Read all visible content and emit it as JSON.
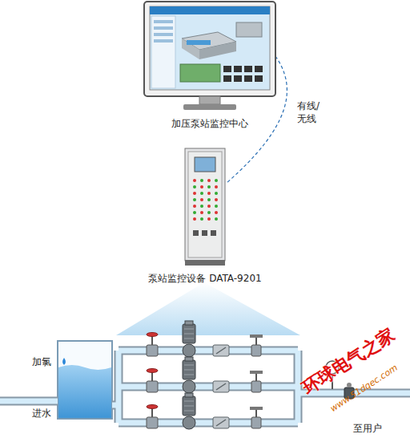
{
  "diagram": {
    "nodes": [
      {
        "text": [
          "加压泵站监控中心"
        ]
      },
      {
        "text": [
          "泵站监控设备 DATA-9201"
        ]
      }
    ],
    "edges": [
      {
        "from": 0,
        "to": 1,
        "label": "有线/ 无线",
        "arrow": "none"
      }
    ],
    "labels": [
      "加氯",
      "进水",
      "至用户",
      "环球电气之家",
      "www.51dqec.com"
    ]
  }
}
